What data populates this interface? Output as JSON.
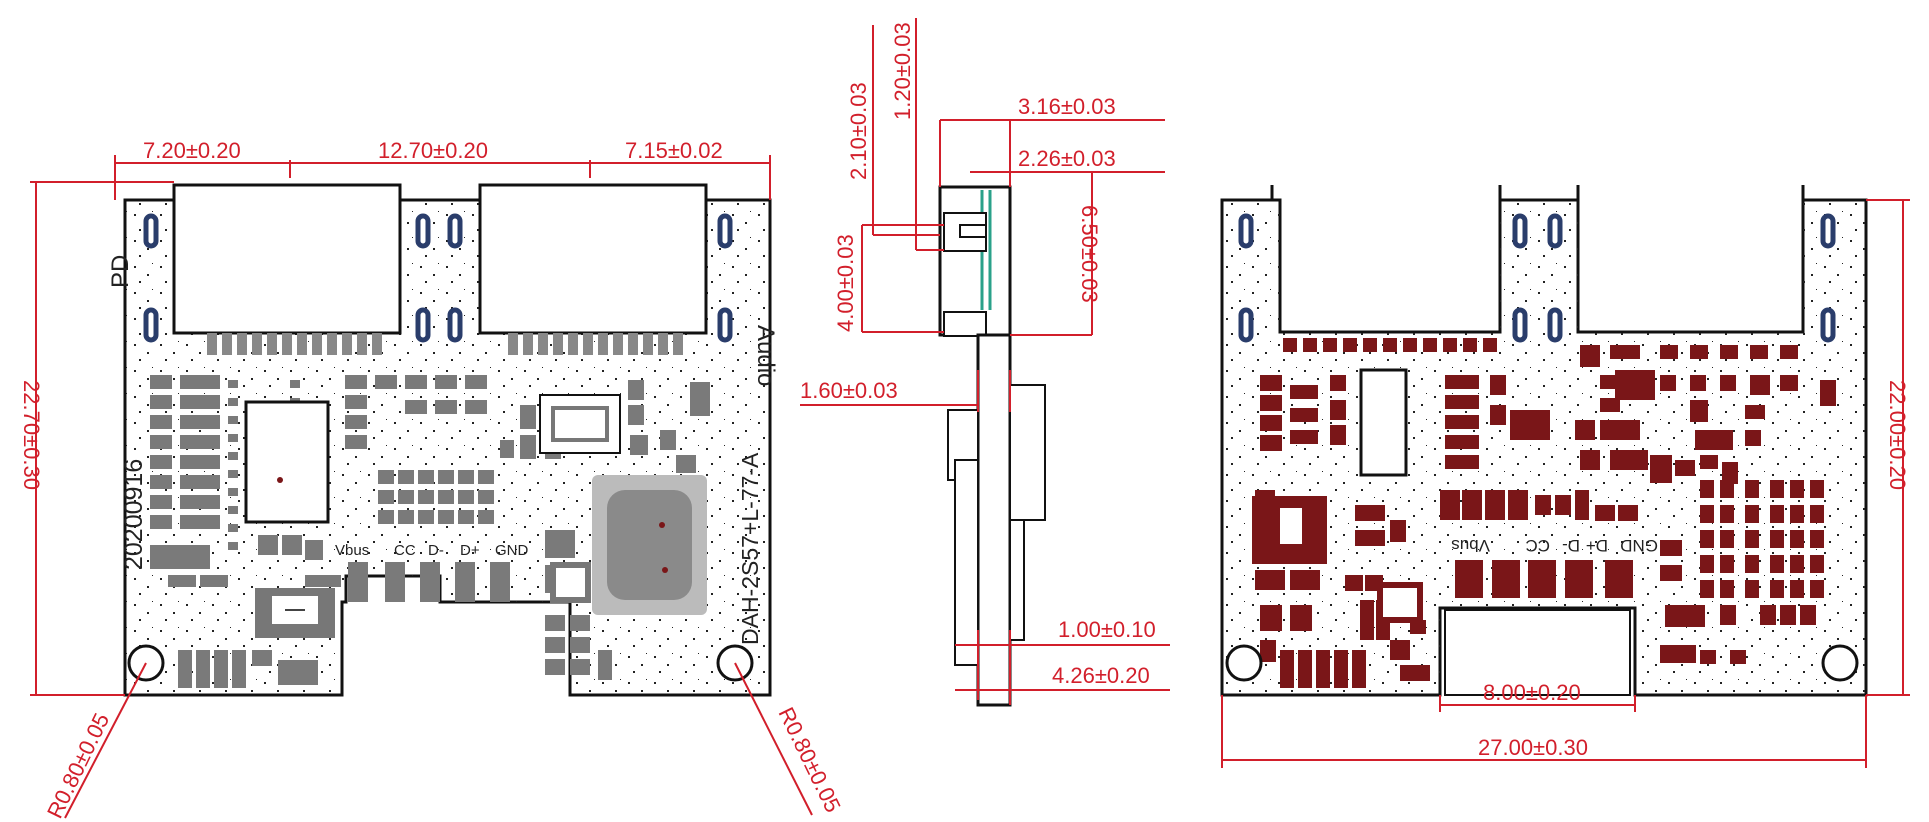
{
  "colors": {
    "dimension": "#d21f2b",
    "outline": "#111111",
    "pad": "#777777",
    "pad_dark": "#555555",
    "component_dark": "#7a1618",
    "accent": "#2aa18a"
  },
  "views": {
    "top_view": {
      "labels": {
        "pd": "PD",
        "audio": "Audio",
        "date_code": "20200916",
        "part_no": "DAH-2S57+L-77-A",
        "pins": [
          "Vbus",
          "CC",
          "D-",
          "D+",
          "GND"
        ]
      },
      "dimensions": {
        "left_port_offset": "7.20±0.20",
        "port_spacing": "12.70±0.20",
        "right_port_offset": "7.15±0.02",
        "board_height": "22.70±0.30",
        "hole_left": "R0.80±0.05",
        "hole_right": "R0.80±0.05"
      }
    },
    "side_view": {
      "dimensions": {
        "d1": "2.10±0.03",
        "d2": "1.20±0.03",
        "d3": "3.16±0.03",
        "d4": "2.26±0.03",
        "d5": "4.00±0.03",
        "d6": "6.50±0.03",
        "d7": "1.60±0.03",
        "d8": "1.00±0.10",
        "d9": "4.26±0.20"
      }
    },
    "bottom_view": {
      "labels": {
        "pins": [
          "Vbus",
          "CC",
          "D-",
          "D+",
          "GND"
        ]
      },
      "dimensions": {
        "board_height": "22.00±0.20",
        "notch_width": "8.00±0.20",
        "board_width": "27.00±0.30"
      }
    }
  }
}
